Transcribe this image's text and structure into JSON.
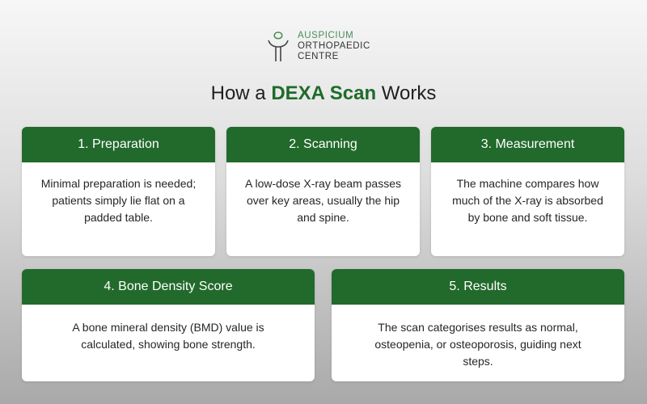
{
  "brand": {
    "line1": "AUSPICIUM",
    "line2": "ORTHOPAEDIC",
    "line3": "CENTRE",
    "accent_color": "#226a2c"
  },
  "title": {
    "prefix": "How a ",
    "highlight": "DEXA Scan",
    "suffix": " Works"
  },
  "steps": [
    {
      "heading": "1. Preparation",
      "text": "Minimal preparation is needed; patients simply lie flat on a padded table."
    },
    {
      "heading": "2. Scanning",
      "text": "A low-dose X-ray beam passes over key areas, usually the hip and spine."
    },
    {
      "heading": "3. Measurement",
      "text": "The machine compares how much of the X-ray is absorbed by bone and soft tissue."
    },
    {
      "heading": "4. Bone Density Score",
      "text": "A bone mineral density (BMD) value is calculated, showing bone strength."
    },
    {
      "heading": "5. Results",
      "text": "The scan categorises results as normal, osteopenia, or osteoporosis, guiding next steps."
    }
  ]
}
